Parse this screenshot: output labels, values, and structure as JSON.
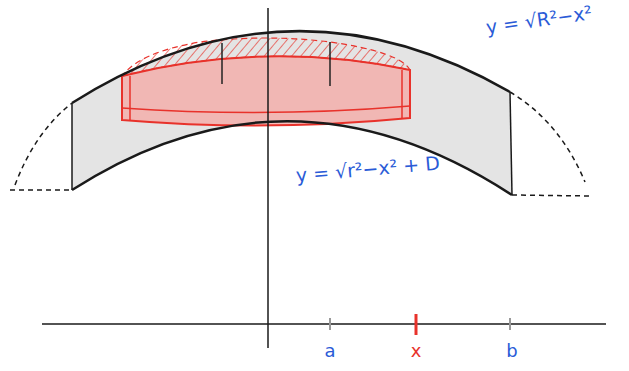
{
  "diagram": {
    "labels": [
      "y = √R²−x²",
      "y = √r²−x² + D",
      "a",
      "x",
      "b"
    ]
  }
}
